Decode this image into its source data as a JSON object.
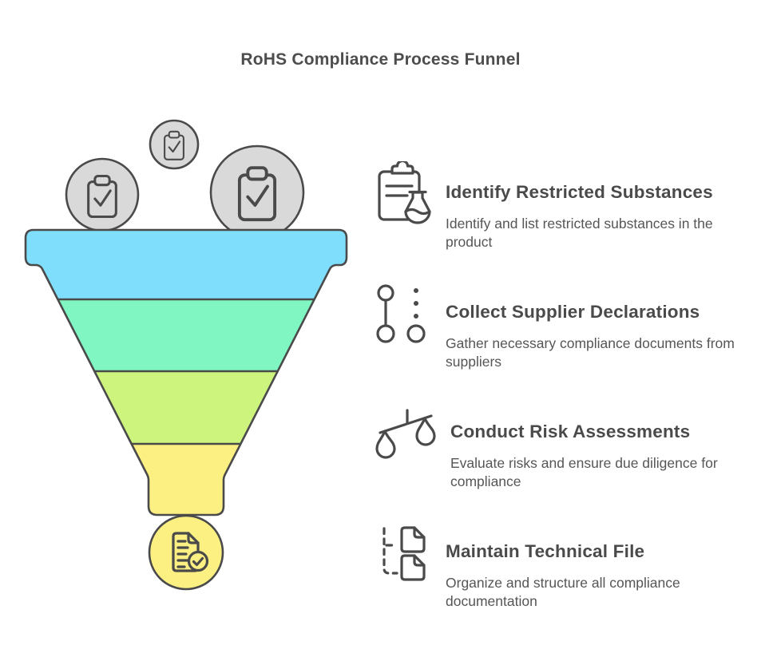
{
  "title": "RoHS Compliance Process Funnel",
  "colors": {
    "stage1_cyan": "#7EDEFB",
    "stage2_mint": "#80F6C3",
    "stage3_lime": "#CDF57E",
    "stage4_yellow": "#FCF083",
    "circle_gray": "#D9D9D9",
    "outline": "#4A4A4A",
    "heading_text": "#4A4A4A",
    "body_text": "#565656"
  },
  "funnel": {
    "stages": [
      {
        "name": "stage-1",
        "color": "#7EDEFB"
      },
      {
        "name": "stage-2",
        "color": "#80F6C3"
      },
      {
        "name": "stage-3",
        "color": "#CDF57E"
      },
      {
        "name": "stage-4",
        "color": "#FCF083"
      }
    ],
    "top_icons": [
      {
        "icon": "clipboard-check-icon",
        "size": "medium"
      },
      {
        "icon": "clipboard-check-icon",
        "size": "small"
      },
      {
        "icon": "clipboard-check-icon",
        "size": "large"
      }
    ],
    "bottom_icon": "document-check-icon"
  },
  "steps": [
    {
      "icon": "clipboard-flask-icon",
      "title": "Identify Restricted Substances",
      "description": "Identify and list restricted substances in the product"
    },
    {
      "icon": "supplier-nodes-icon",
      "title": "Collect Supplier Declarations",
      "description": "Gather necessary compliance documents from suppliers"
    },
    {
      "icon": "balance-scale-icon",
      "title": "Conduct Risk Assessments",
      "description": "Evaluate risks and ensure due diligence for compliance"
    },
    {
      "icon": "file-tree-icon",
      "title": "Maintain Technical File",
      "description": "Organize and structure all compliance documentation"
    }
  ]
}
